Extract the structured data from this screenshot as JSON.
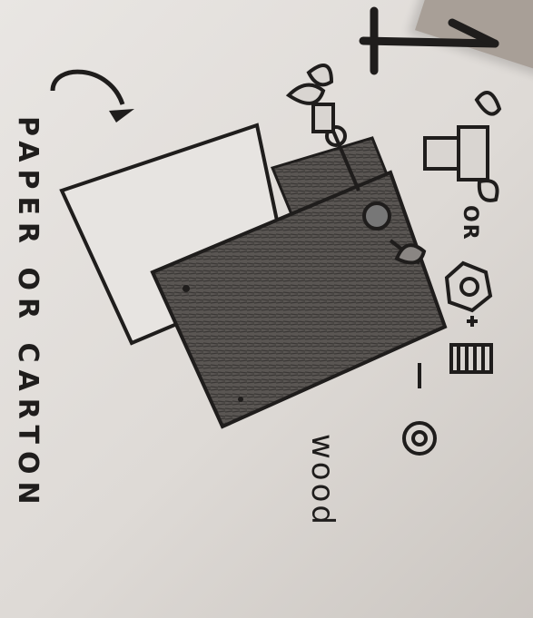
{
  "drawing": {
    "step_number": "1",
    "label_paper": "PAPER OR CARTON",
    "label_wood": "wood",
    "label_or": "OR"
  },
  "icons": [
    "curved-arrow-icon",
    "wing-nut-icon",
    "bolt-icon",
    "hex-nut-icon",
    "washer-icon",
    "screw-icon"
  ],
  "colors": {
    "paper": "#e6e3e0",
    "pencil": "#1f1d1c",
    "wood": "#4a4744"
  }
}
